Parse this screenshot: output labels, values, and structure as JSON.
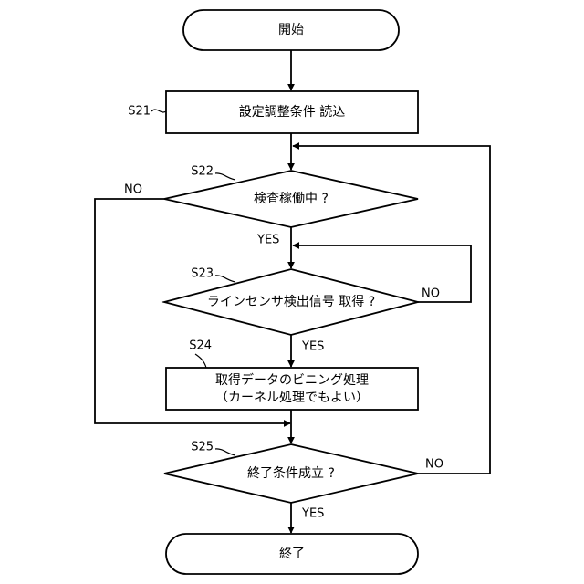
{
  "nodes": {
    "start": "開始",
    "s21": "設定調整条件 読込",
    "s22": "検査稼働中 ?",
    "s23": "ラインセンサ検出信号 取得 ?",
    "s24_line1": "取得データのビニング処理",
    "s24_line2": "（カーネル処理でもよい）",
    "s25": "終了条件成立 ?",
    "end": "終了"
  },
  "steps": {
    "s21": "S21",
    "s22": "S22",
    "s23": "S23",
    "s24": "S24",
    "s25": "S25"
  },
  "branches": {
    "s22_no": "NO",
    "s22_yes": "YES",
    "s23_no": "NO",
    "s23_yes": "YES",
    "s25_no": "NO",
    "s25_yes": "YES"
  }
}
